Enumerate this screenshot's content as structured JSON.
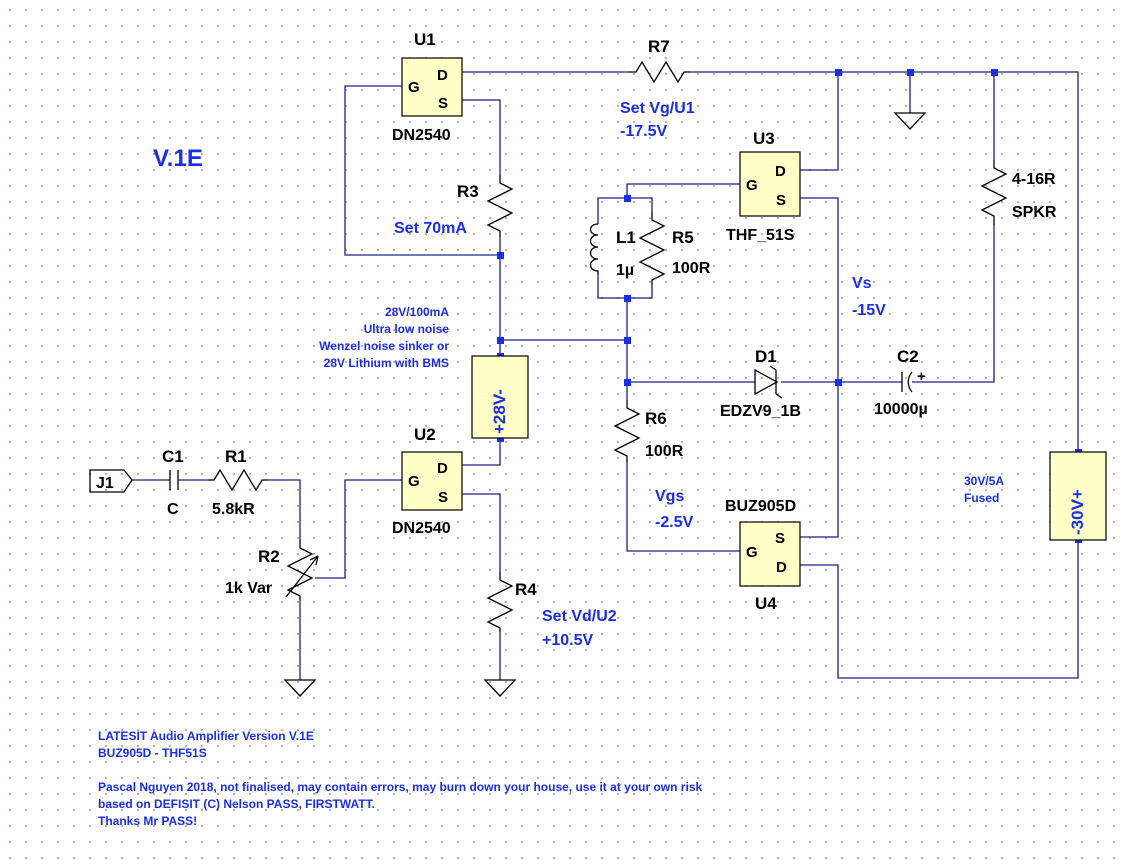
{
  "title": "V.1E",
  "components": {
    "u1": {
      "ref": "U1",
      "part": "DN2540",
      "g": "G",
      "d": "D",
      "s": "S"
    },
    "u2": {
      "ref": "U2",
      "part": "DN2540",
      "g": "G",
      "d": "D",
      "s": "S"
    },
    "u3": {
      "ref": "U3",
      "part": "THF_51S",
      "g": "G",
      "d": "D",
      "s": "S"
    },
    "u4": {
      "ref": "U4",
      "part": "BUZ905D",
      "g": "G",
      "d": "D",
      "s": "S"
    },
    "r1": {
      "ref": "R1",
      "value": "5.8kR"
    },
    "r2": {
      "ref": "R2",
      "value": "1k Var"
    },
    "r3": {
      "ref": "R3"
    },
    "r4": {
      "ref": "R4"
    },
    "r5": {
      "ref": "R5",
      "value": "100R"
    },
    "r6": {
      "ref": "R6",
      "value": "100R"
    },
    "r7": {
      "ref": "R7"
    },
    "spkr": {
      "value": "4-16R",
      "name": "SPKR"
    },
    "c1": {
      "ref": "C1",
      "value": "C"
    },
    "c2": {
      "ref": "C2",
      "value": "10000µ",
      "plus": "+"
    },
    "l1": {
      "ref": "L1",
      "value": "1µ"
    },
    "d1": {
      "ref": "D1",
      "part": "EDZV9_1B"
    },
    "j1": {
      "ref": "J1"
    },
    "supply28": {
      "label": "+28V-"
    },
    "supply30": {
      "label": "-30V+"
    }
  },
  "annotations": {
    "set_vg_u1": [
      "Set Vg/U1",
      "-17.5V"
    ],
    "set_70ma": "Set 70mA",
    "vs": [
      "Vs",
      "-15V"
    ],
    "vgs": [
      "Vgs",
      "-2.5V"
    ],
    "set_vd_u2": [
      "Set Vd/U2",
      "+10.5V"
    ],
    "supply28_note": [
      "28V/100mA",
      "Ultra low noise",
      "Wenzel noise sinker or",
      "28V Lithium with BMS"
    ],
    "supply30_note": [
      "30V/5A",
      "Fused"
    ]
  },
  "notes": [
    "LATESIT Audio Amplifier Version V.1E",
    "BUZ905D - THF51S",
    "",
    "Pascal Nguyen 2018, not finalised, may contain errors, may burn down your house, use it at your own risk",
    "based on DEFISIT (C) Nelson PASS, FIRSTWATT.",
    "Thanks Mr PASS!"
  ],
  "colors": {
    "wire": "#1a237e",
    "annotation": "#1a2ee8",
    "component_fill": "#ffffc8",
    "grid_dot": "#d49898"
  }
}
